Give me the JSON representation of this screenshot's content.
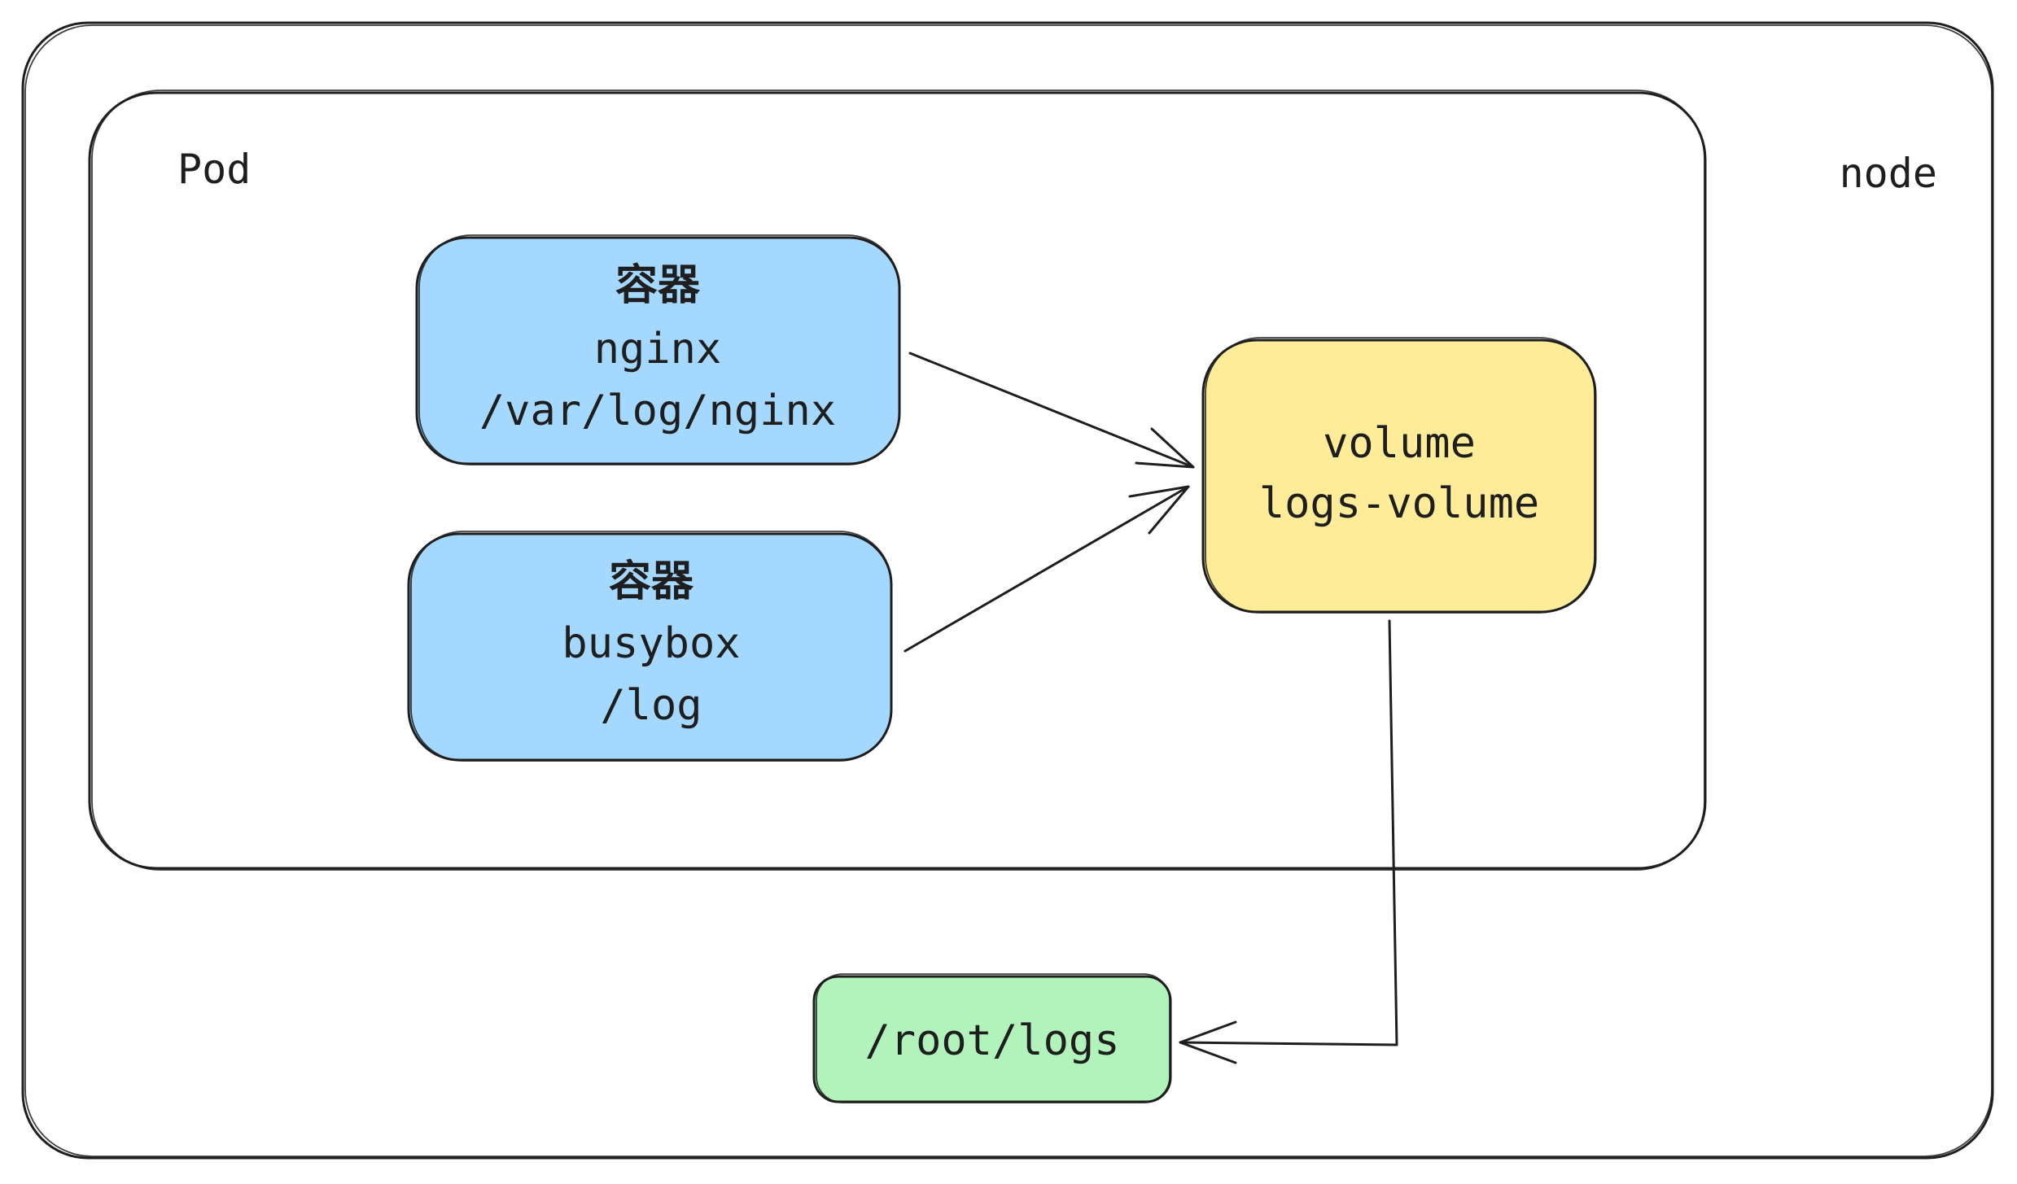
{
  "colors": {
    "ink": "#1e1e1e",
    "container_fill": "#a5d8ff",
    "volume_fill": "#ffec99",
    "host_path_fill": "#b2f2bb",
    "background": "#ffffff"
  },
  "node": {
    "label": "node"
  },
  "pod": {
    "label": "Pod"
  },
  "containers": [
    {
      "kind": "容器",
      "name": "nginx",
      "mount_path": "/var/log/nginx"
    },
    {
      "kind": "容器",
      "name": "busybox",
      "mount_path": "/log"
    }
  ],
  "volume": {
    "kind": "volume",
    "name": "logs-volume"
  },
  "host_path": {
    "path": "/root/logs"
  }
}
